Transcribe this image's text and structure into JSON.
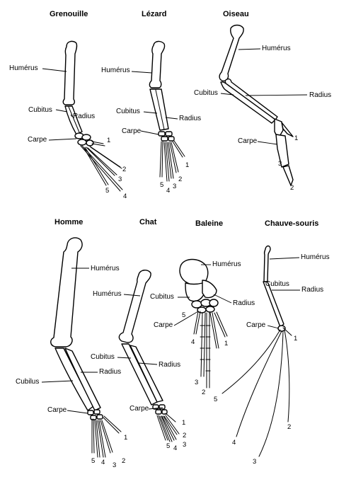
{
  "panels": {
    "frog": {
      "title": "Grenouille",
      "humerus": "Humérus",
      "ulna": "Cubitus",
      "radius": "Radius",
      "carpus": "Carpe",
      "digits": [
        "1",
        "2",
        "3",
        "4",
        "5"
      ]
    },
    "lizard": {
      "title": "Lézard",
      "humerus": "Humérus",
      "ulna": "Cubitus",
      "radius": "Radius",
      "carpus": "Carpe",
      "digits": [
        "1",
        "2",
        "3",
        "4",
        "5"
      ]
    },
    "bird": {
      "title": "Oiseau",
      "humerus": "Humérus",
      "ulna": "Cubitus",
      "radius": "Radius",
      "carpus": "Carpe",
      "digits": [
        "1",
        "2",
        "3"
      ]
    },
    "human": {
      "title": "Homme",
      "humerus": "Humérus",
      "ulna": "Cubilus",
      "radius": "Radius",
      "carpus": "Carpe",
      "digits": [
        "1",
        "2",
        "3",
        "4",
        "5"
      ]
    },
    "cat": {
      "title": "Chat",
      "humerus": "Humérus",
      "ulna": "Cubitus",
      "radius": "Radius",
      "carpus": "Carpe",
      "digits": [
        "1",
        "2",
        "3",
        "4",
        "5"
      ]
    },
    "whale": {
      "title": "Baleine",
      "humerus": "Humérus",
      "ulna": "Cubitus",
      "radius": "Radius",
      "carpus": "Carpe",
      "digits": [
        "1",
        "2",
        "3",
        "4",
        "5"
      ]
    },
    "bat": {
      "title": "Chauve-souris",
      "humerus": "Humérus",
      "ulna": "Cubitus",
      "radius": "Radius",
      "carpus": "Carpe",
      "digits": [
        "1",
        "2",
        "3",
        "4",
        "5"
      ]
    }
  },
  "colors": {
    "ink": "#000000",
    "background": "#ffffff"
  }
}
